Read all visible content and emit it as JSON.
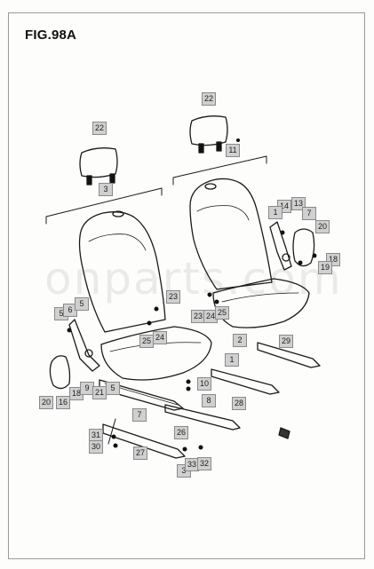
{
  "figure": {
    "title": "FIG.98A",
    "watermark": "onparts.com"
  },
  "callouts": [
    {
      "num": "22"
    },
    {
      "num": "3"
    },
    {
      "num": "22"
    },
    {
      "num": "11"
    },
    {
      "num": "14"
    },
    {
      "num": "13"
    },
    {
      "num": "1"
    },
    {
      "num": "7"
    },
    {
      "num": "20"
    },
    {
      "num": "18"
    },
    {
      "num": "19"
    },
    {
      "num": "23"
    },
    {
      "num": "5"
    },
    {
      "num": "6"
    },
    {
      "num": "23"
    },
    {
      "num": "24"
    },
    {
      "num": "25"
    },
    {
      "num": "25"
    },
    {
      "num": "24"
    },
    {
      "num": "2"
    },
    {
      "num": "29"
    },
    {
      "num": "1"
    },
    {
      "num": "20"
    },
    {
      "num": "16"
    },
    {
      "num": "18"
    },
    {
      "num": "9"
    },
    {
      "num": "21"
    },
    {
      "num": "5"
    },
    {
      "num": "10"
    },
    {
      "num": "8"
    },
    {
      "num": "28"
    },
    {
      "num": "7"
    },
    {
      "num": "26"
    },
    {
      "num": "31"
    },
    {
      "num": "30"
    },
    {
      "num": "27"
    },
    {
      "num": "3"
    },
    {
      "num": "33"
    },
    {
      "num": "32"
    },
    {
      "num": "5"
    }
  ]
}
